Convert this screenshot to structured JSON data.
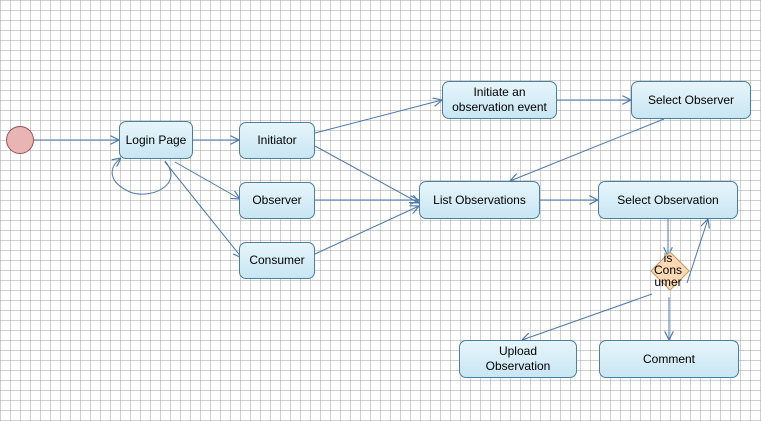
{
  "diagram": {
    "nodes": {
      "login": "Login Page",
      "initiator": "Initiator",
      "observer": "Observer",
      "consumer": "Consumer",
      "initiate_event": "Initiate an\nobservation event",
      "select_observer": "Select Observer",
      "list_observations": "List Observations",
      "select_observation": "Select Observation",
      "upload_observation": "Upload\nObservation",
      "comment": "Comment"
    },
    "decision": {
      "label": "is\nCons\numer"
    }
  },
  "colors": {
    "edge": "#4a78b0",
    "node_border": "#4a7f9e",
    "node_fill_top": "#e7f5fb",
    "node_fill_bottom": "#c8e6f3",
    "start_fill": "#e8b4b4",
    "decision_fill": "#fbd9b4"
  }
}
